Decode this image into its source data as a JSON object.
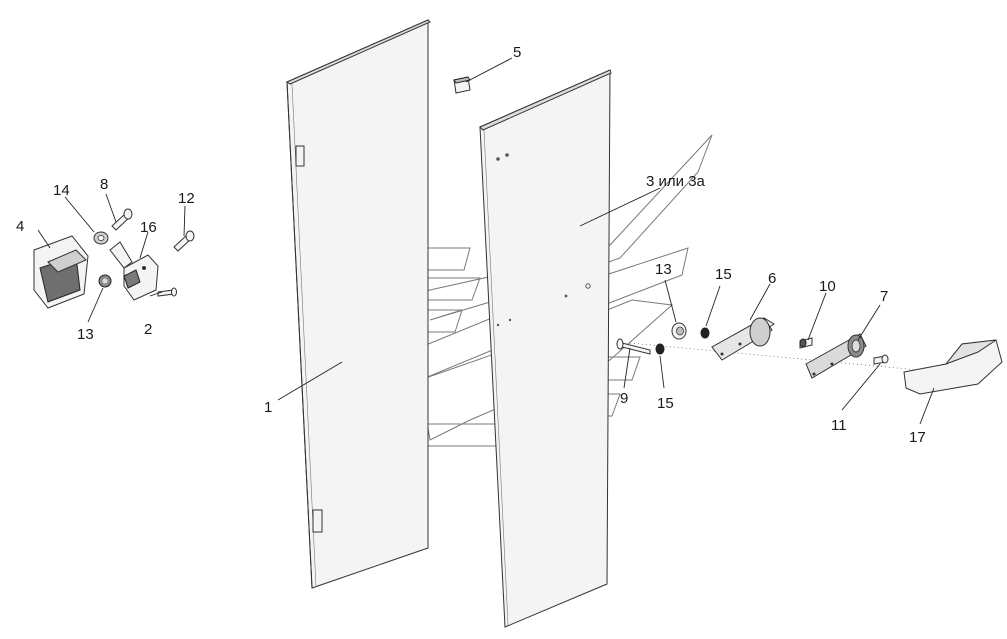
{
  "diagram": {
    "labels": {
      "p1": "1",
      "p2": "2",
      "p3": "3 или 3а",
      "p4": "4",
      "p5": "5",
      "p6": "6",
      "p7": "7",
      "p8": "8",
      "p9": "9",
      "p10": "10",
      "p11": "11",
      "p12": "12",
      "p13a": "13",
      "p13b": "13",
      "p14": "14",
      "p15a": "15",
      "p15b": "15",
      "p16": "16",
      "p17": "17"
    }
  }
}
